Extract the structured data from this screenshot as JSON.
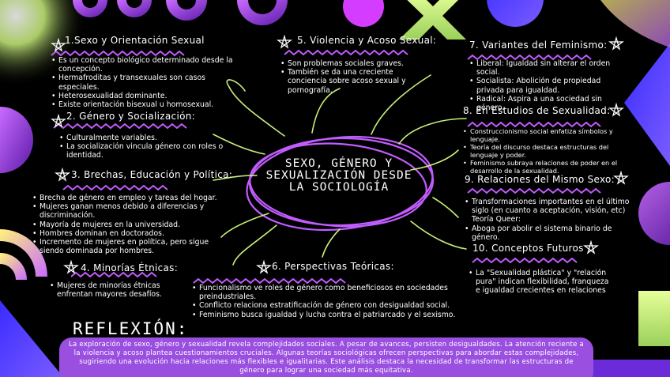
{
  "colors": {
    "purple": "#b35cff",
    "lime": "#c8f07a",
    "text": "#ffffff",
    "box": "#9a4fe0"
  },
  "center_title": [
    "SEXO, GÉNERO Y",
    "SEXUALIZACIÓN DESDE",
    "LA SOCIOLOGÍA"
  ],
  "sections": [
    {
      "title": "1.Sexo y Orientación Sexual",
      "items": [
        "Es un concepto biológico determinado desde la concepción.",
        "Hermafroditas y transexuales son casos especiales.",
        "Heterosexualidad dominante.",
        "Existe orientación bisexual u homosexual."
      ]
    },
    {
      "title": "2. Género y Socialización:",
      "items": [
        "Culturalmente variables.",
        "La socialización vincula género con roles o identidad."
      ]
    },
    {
      "title": "3. Brechas, Educación y Política:",
      "items": [
        "Brecha de género en empleo y tareas del hogar.",
        "Mujeres ganan menos debido a diferencias y discriminación.",
        "Mayoría de mujeres en la universidad.",
        "Hombres dominan en doctorados.",
        "Incremento de mujeres en política, pero sigue siendo dominada por hombres."
      ]
    },
    {
      "title": "4. Minorías Étnicas:",
      "items": [
        "Mujeres de minorías étnicas enfrentan mayores desafíos."
      ]
    },
    {
      "title": "5. Violencia y Acoso Sexual:",
      "items": [
        "Son problemas sociales graves.",
        "También se da una creciente conciencia sobre acoso sexual y pornografía."
      ]
    },
    {
      "title": "6. Perspectivas Teóricas:",
      "items": [
        "Funcionalismo ve roles de género como beneficiosos en sociedades preindustriales.",
        "Conflicto relaciona estratificación de género con desigualdad social.",
        "Feminismo busca igualdad y lucha contra el patriarcado y el sexismo."
      ]
    },
    {
      "title": "7. Variantes del Feminismo:",
      "items": [
        "Liberal: Igualdad sin alterar el orden social.",
        "Socialista: Abolición de propiedad privada para igualdad.",
        "Radical: Aspira a una sociedad sin género."
      ]
    },
    {
      "title": "8. En Estudios de Sexualidad:",
      "items": [
        "Construccionismo social enfatiza símbolos y lenguaje.",
        "Teoría del discurso destaca estructuras del lenguaje y poder.",
        "Feminismo subraya relaciones de poder en el desarrollo de la sexualidad."
      ]
    },
    {
      "title": "9. Relaciones del Mismo Sexo:",
      "items": [
        "Transformaciones importantes en el último siglo (en cuanto a aceptación, visión, etc) Teoría Queer:",
        "Aboga por abolir el sistema binario de género."
      ]
    },
    {
      "title": "10. Conceptos Futuros",
      "items": [
        "La \"Sexualidad plástica\" y \"relación pura\" indican flexibilidad, franqueza e igualdad crecientes en relaciones"
      ]
    }
  ],
  "reflexion": {
    "heading": "REFLEXIÓN:",
    "text": "La exploración de sexo, género y sexualidad revela complejidades sociales. A pesar de avances, persisten desigualdades. La atención reciente a la violencia y acoso plantea cuestionamientos cruciales. Algunas teorías sociológicas ofrecen perspectivas para abordar estas complejidades, sugiriendo una evolución hacia relaciones más flexibles e igualitarias. Este análisis destaca la necesidad de transformar las estructuras de género para lograr una sociedad más equitativa."
  }
}
